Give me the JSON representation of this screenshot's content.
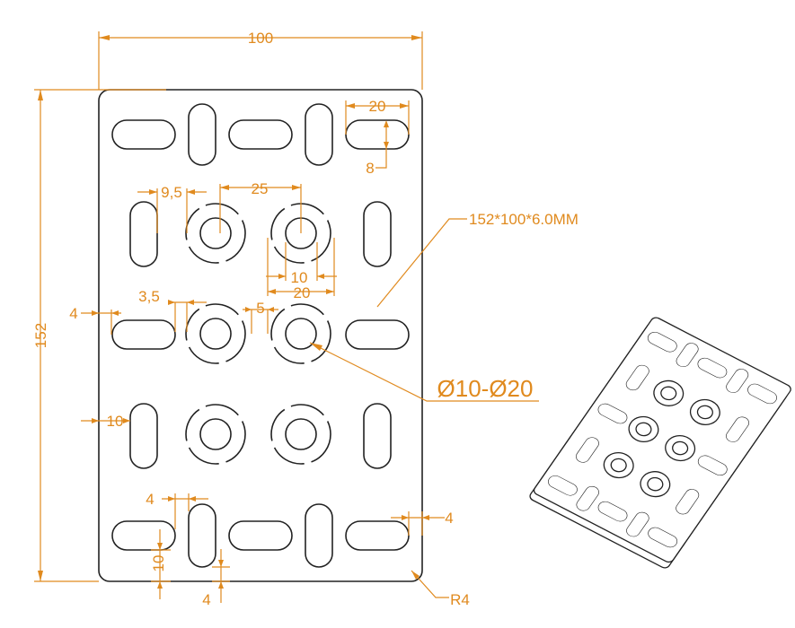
{
  "drawing": {
    "overall_width": "100",
    "overall_height": "152",
    "plate_spec": "152*100*6.0MM",
    "hole_spec": "Ø10-Ø20",
    "corner_radius": "R4",
    "dims": {
      "slot_length": "20",
      "slot_width": "8",
      "slot_to_hole_offset": "9,5",
      "hole_pitch": "25",
      "inner_diameter": "10",
      "outer_diameter": "20",
      "slot_gap": "3,5",
      "edge_margin_left": "4",
      "hole_gap": "5",
      "vertical_slot_edge": "10",
      "bottom_slot_gap": "4",
      "right_edge_margin": "4",
      "bottom_slot_height": "10",
      "bottom_edge_margin": "4"
    }
  },
  "colors": {
    "dimension": "#e08a1e",
    "outline": "#222222"
  }
}
